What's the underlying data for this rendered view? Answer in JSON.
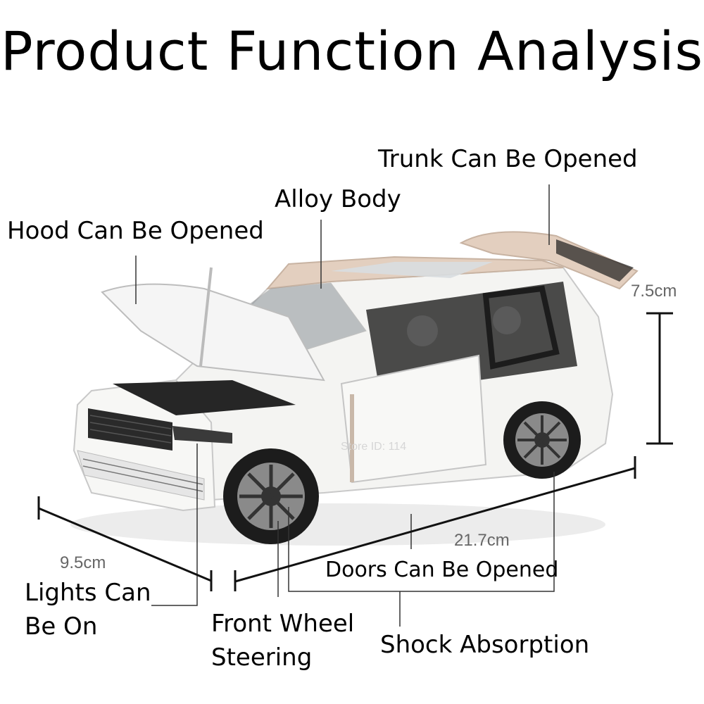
{
  "title": "Product Function Analysis",
  "labels": {
    "trunk": "Trunk Can Be Opened",
    "alloy_body": "Alloy Body",
    "hood": "Hood Can Be Opened",
    "lights_line1": "Lights Can",
    "lights_line2": "Be On",
    "front_wheel_line1": "Front Wheel",
    "front_wheel_line2": "Steering",
    "doors": "Doors Can Be Opened",
    "shock": "Shock Absorption"
  },
  "dimensions": {
    "height": "7.5cm",
    "length": "21.7cm",
    "width": "9.5cm"
  },
  "watermark": "Store ID: 114",
  "colors": {
    "body": "#f4f4f2",
    "roof": "#e3cfbf",
    "dark": "#1c1c1c",
    "line": "#333333"
  }
}
